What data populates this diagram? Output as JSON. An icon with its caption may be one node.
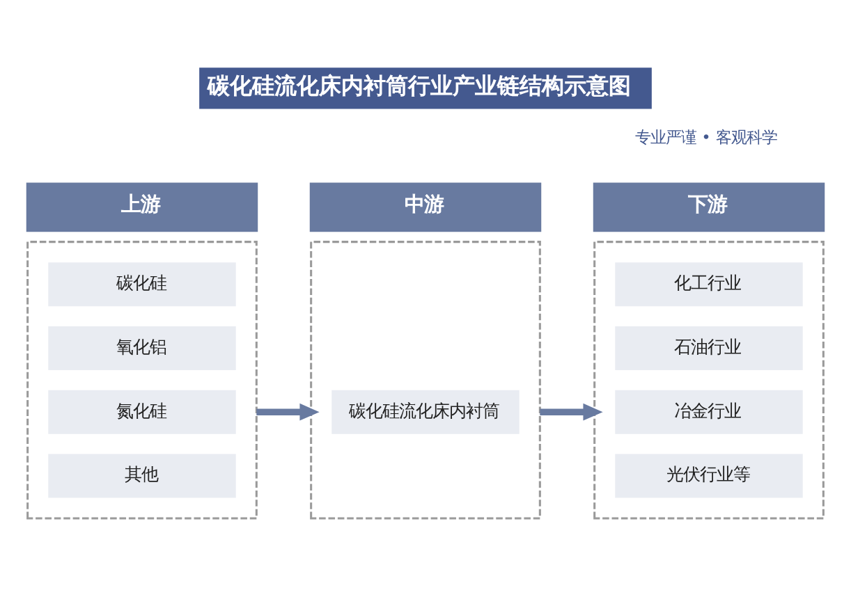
{
  "diagram": {
    "title": "碳化硅流化床内衬筒行业产业链结构示意图",
    "nodes": [
      {
        "text": [
          "上游"
        ]
      },
      {
        "text": [
          "中游"
        ]
      },
      {
        "text": [
          "下游"
        ]
      },
      {
        "text": [],
        "shape": "box"
      },
      {
        "text": [
          "碳化硅"
        ],
        "in": 3
      },
      {
        "text": [
          "氧化铝"
        ],
        "in": 3
      },
      {
        "text": [
          "氮化硅"
        ],
        "in": 3
      },
      {
        "text": [
          "其他"
        ],
        "in": 3
      },
      {
        "text": [],
        "shape": "box"
      },
      {
        "text": [
          "碳化硅流化床内衬筒"
        ],
        "in": 8
      },
      {
        "text": [],
        "shape": "box"
      },
      {
        "text": [
          "化工行业"
        ],
        "in": 10
      },
      {
        "text": [
          "石油行业"
        ],
        "in": 10
      },
      {
        "text": [
          "冶金行业"
        ],
        "in": 10
      },
      {
        "text": [
          "光伏行业等"
        ],
        "in": 10
      }
    ],
    "edges": [
      {
        "from": 3,
        "to": 8,
        "arrow": "to"
      },
      {
        "from": 8,
        "to": 10,
        "arrow": "to"
      }
    ],
    "labels": [
      "专业严谨 • 客观科学"
    ]
  }
}
